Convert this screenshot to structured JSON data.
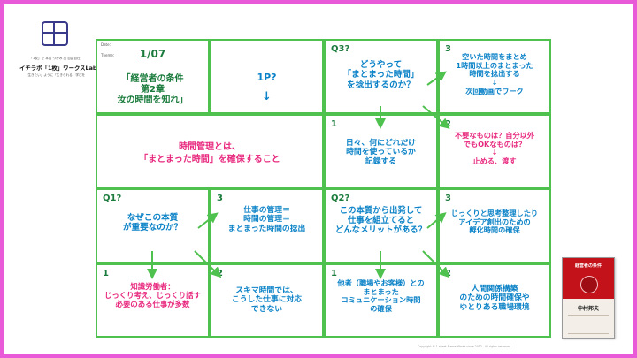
{
  "logo": {
    "subtitle1": "「1枚」で 本質 つかみ 出 自由自在",
    "title": "イチラボ「1枚」ワークスLab",
    "subtitle2": "「生きたい」ように「生きられる」学びを"
  },
  "header": {
    "date_label": "Date：",
    "theme_label": "Theme：",
    "date_value": "1/07",
    "theme_value": "「経営者の条件\n第2章\n汝の時間を知れ」"
  },
  "cells": {
    "p": {
      "label": "1P?",
      "arrow": "↓"
    },
    "q3": {
      "label": "Q3?",
      "text": "どうやって\n「まとまった時間」\nを捻出するのか？"
    },
    "q3_3": {
      "num": "3",
      "text": "空いた時間をまとめ\n1時間以上のまとまった\n時間を捻出する\n↓\n次回動画でワーク"
    },
    "time_mgmt": {
      "text1": "時間管理とは、",
      "text2": "「まとまった時間」を確保すること"
    },
    "q3_1": {
      "num": "1",
      "text": "日々、何にどれだけ\n時間を使っているか\n記録する"
    },
    "q3_2": {
      "num": "2",
      "text": "不要なものは？自分以外\nでもOKなものは？\n↓\n止める、渡す"
    },
    "q1": {
      "label": "Q1?",
      "text": "なぜこの本質\nが重要なのか？"
    },
    "q1_3": {
      "num": "3",
      "text": "仕事の管理＝\n時間の管理＝\nまとまった時間の捻出"
    },
    "q2": {
      "label": "Q2?",
      "text": "この本質から出発して\n仕事を組立てると\nどんなメリットがある？"
    },
    "q2_3": {
      "num": "3",
      "text": "じっくりと思考整理したり\nアイデア創出のための\n孵化時間の確保"
    },
    "q1_1": {
      "num": "1",
      "text": "知識労働者：\nじっくり考え、じっくり話す\n必要のある仕事が多数"
    },
    "q1_2": {
      "num": "2",
      "text": "スキマ時間では、\nこうした仕事に対応\nできない"
    },
    "q2_1": {
      "num": "1",
      "text": "他者（職場やお客様）との\nまとまった\nコミュニケーション時間\nの確保"
    },
    "q2_2": {
      "num": "2",
      "text": "人間関係構築\nのための時間確保や\nゆとりある職場環境"
    }
  },
  "footer": "Copyright © 1 sheet Frame Works since 2012 - All rights reserved",
  "book": {
    "title": "経営者の条件",
    "author": "中村邦夫"
  }
}
